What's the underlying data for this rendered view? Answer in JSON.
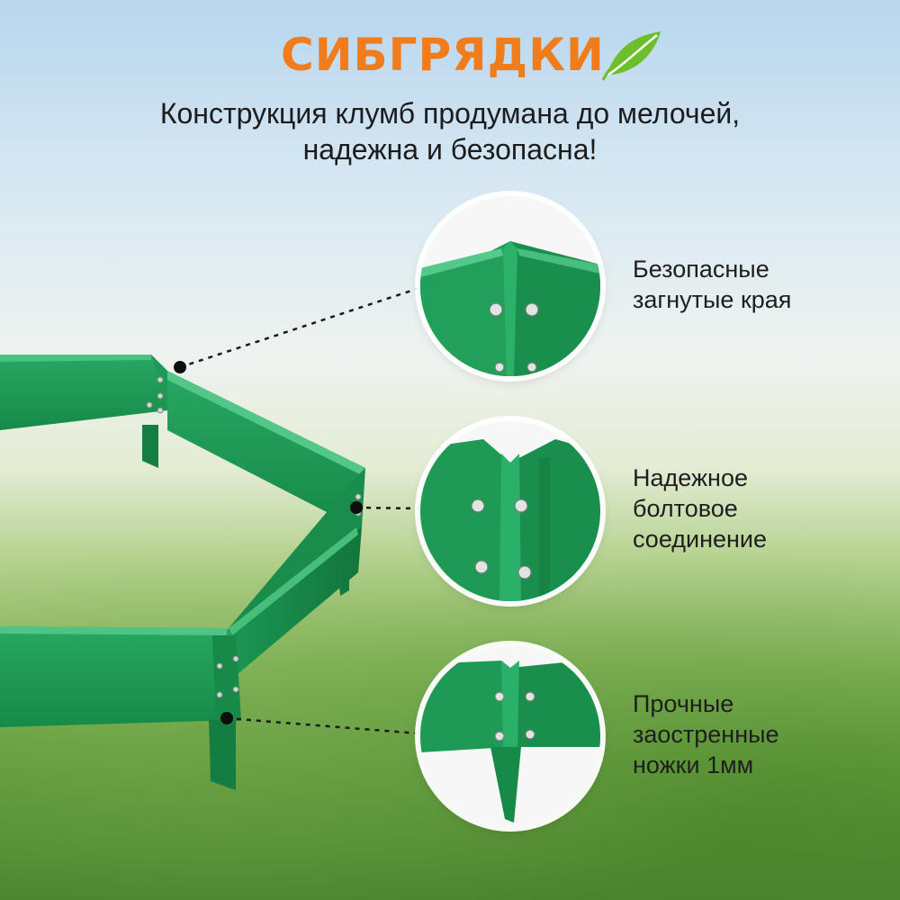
{
  "brand": {
    "name": "СИБГРЯДКИ",
    "logo_color": "#f07c1c",
    "leaf_icon": "leaf-icon"
  },
  "subtitle": {
    "line1": "Конструкция клумб продумана до мелочей,",
    "line2": "надежна и безопасна!"
  },
  "features": [
    {
      "lines": [
        "Безопасные",
        "загнутые края"
      ]
    },
    {
      "lines": [
        "Надежное",
        "болтовое",
        "соединение"
      ]
    },
    {
      "lines": [
        "Прочные",
        "заостренные",
        "ножки 1мм"
      ]
    }
  ],
  "colors": {
    "product_green": "#1f9a55",
    "product_dark": "#137a3f",
    "accent_orange": "#f07c1c"
  }
}
